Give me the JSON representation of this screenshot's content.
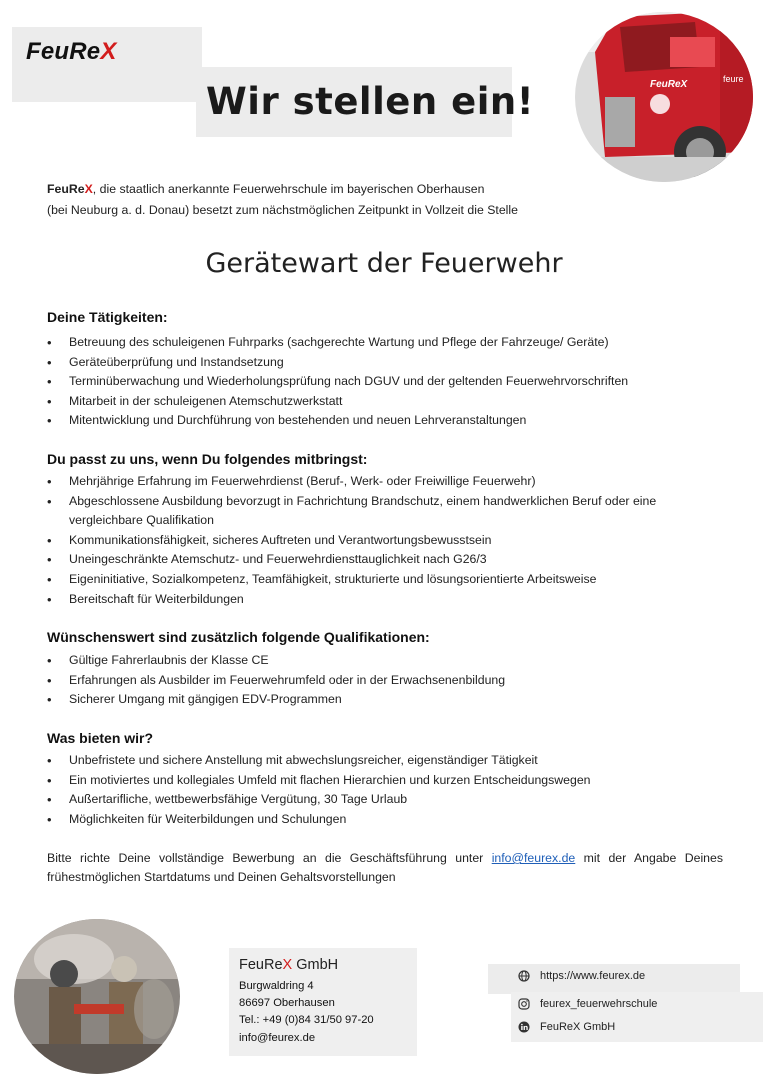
{
  "logo": {
    "text_main": "FeuRe",
    "text_x": "X"
  },
  "headline": "Wir stellen ein!",
  "intro": {
    "brand_main": "FeuRe",
    "brand_x": "X",
    "line1_rest": ", die staatlich anerkannte Feuerwehrschule im bayerischen Oberhausen",
    "line2": "(bei Neuburg a. d. Donau) besetzt zum nächstmöglichen Zeitpunkt in Vollzeit die Stelle"
  },
  "job_title": "Gerätewart der Feuerwehr",
  "sections": [
    {
      "heading": "Deine Tätigkeiten:",
      "items": [
        "Betreuung des schuleigenen Fuhrparks (sachgerechte Wartung und Pflege der Fahrzeuge/ Geräte)",
        "Geräteüberprüfung und Instandsetzung",
        "Terminüberwachung und Wiederholungsprüfung nach DGUV und der geltenden Feuerwehrvorschriften",
        "Mitarbeit in der schuleigenen Atemschutzwerkstatt",
        "Mitentwicklung und Durchführung von bestehenden und neuen Lehrveranstaltungen"
      ]
    },
    {
      "heading": "Du passt zu uns, wenn Du folgendes mitbringst:",
      "items": [
        "Mehrjährige Erfahrung im Feuerwehrdienst (Beruf-, Werk- oder Freiwillige Feuerwehr)",
        "Abgeschlossene Ausbildung bevorzugt in Fachrichtung Brandschutz, einem handwerklichen Beruf oder eine vergleichbare Qualifikation",
        "Kommunikationsfähigkeit, sicheres Auftreten und Verantwortungsbewusstsein",
        "Uneingeschränkte Atemschutz- und Feuerwehrdiensttauglichkeit nach G26/3",
        "Eigeninitiative, Sozialkompetenz, Teamfähigkeit, strukturierte und lösungsorientierte Arbeitsweise",
        "Bereitschaft für Weiterbildungen"
      ]
    },
    {
      "heading": "Wünschenswert sind zusätzlich folgende Qualifikationen:",
      "items": [
        "Gültige Fahrerlaubnis der Klasse CE",
        "Erfahrungen als Ausbilder im Feuerwehrumfeld oder in der Erwachsenenbildung",
        "Sicherer Umgang mit gängigen EDV-Programmen"
      ]
    },
    {
      "heading": "Was bieten wir?",
      "items": [
        "Unbefristete und sichere Anstellung mit abwechslungsreicher, eigenständiger Tätigkeit",
        "Ein motiviertes und kollegiales Umfeld mit flachen Hierarchien und kurzen Entscheidungswegen",
        "Außertarifliche, wettbewerbsfähige Vergütung, 30 Tage Urlaub",
        "Möglichkeiten für Weiterbildungen und Schulungen"
      ]
    }
  ],
  "apply": {
    "before": "Bitte richte Deine vollständige Bewerbung an die Geschäftsführung unter ",
    "email": "info@feurex.de",
    "after": " mit der Angabe Deines frühestmöglichen Startdatums und Deinen Gehaltsvorstellungen"
  },
  "contact": {
    "company_main": "FeuRe",
    "company_x": "X",
    "company_suffix": " GmbH",
    "street": "Burgwaldring 4",
    "city": "86697 Oberhausen",
    "phone": "Tel.: +49 (0)84 31/50 97-20",
    "email": "info@feurex.de"
  },
  "social": {
    "website": "https://www.feurex.de",
    "instagram": "feurex_feuerwehrschule",
    "linkedin": "FeuReX GmbH"
  },
  "colors": {
    "brand_red": "#d21d1d",
    "link_blue": "#1f5fb8",
    "box_gray": "#ececec"
  }
}
